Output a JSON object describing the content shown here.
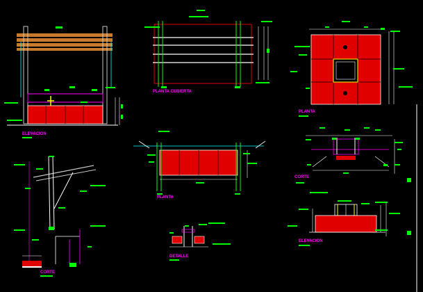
{
  "drawing": {
    "colors": {
      "background": "#000000",
      "red_fill": "#e00000",
      "outline_green": "#00ff00",
      "label_magenta": "#ff00ff",
      "line_white": "#ffffff",
      "wood_orange": "#c87b2a",
      "accent_yellow": "#ffff00",
      "frame_gray": "#c8c8c8"
    },
    "views": [
      {
        "id": "elevacion",
        "label": "ELEVACION"
      },
      {
        "id": "planta-cubierta",
        "label": "PLANTA CUBIERTA"
      },
      {
        "id": "planta-top",
        "label": "PLANTA"
      },
      {
        "id": "planta-mid",
        "label": "PLANTA"
      },
      {
        "id": "corte-left",
        "label": "CORTE"
      },
      {
        "id": "detalle",
        "label": "DETALLE"
      },
      {
        "id": "corte-right",
        "label": "CORTE"
      },
      {
        "id": "elevacion-right",
        "label": "ELEVACION"
      }
    ]
  }
}
